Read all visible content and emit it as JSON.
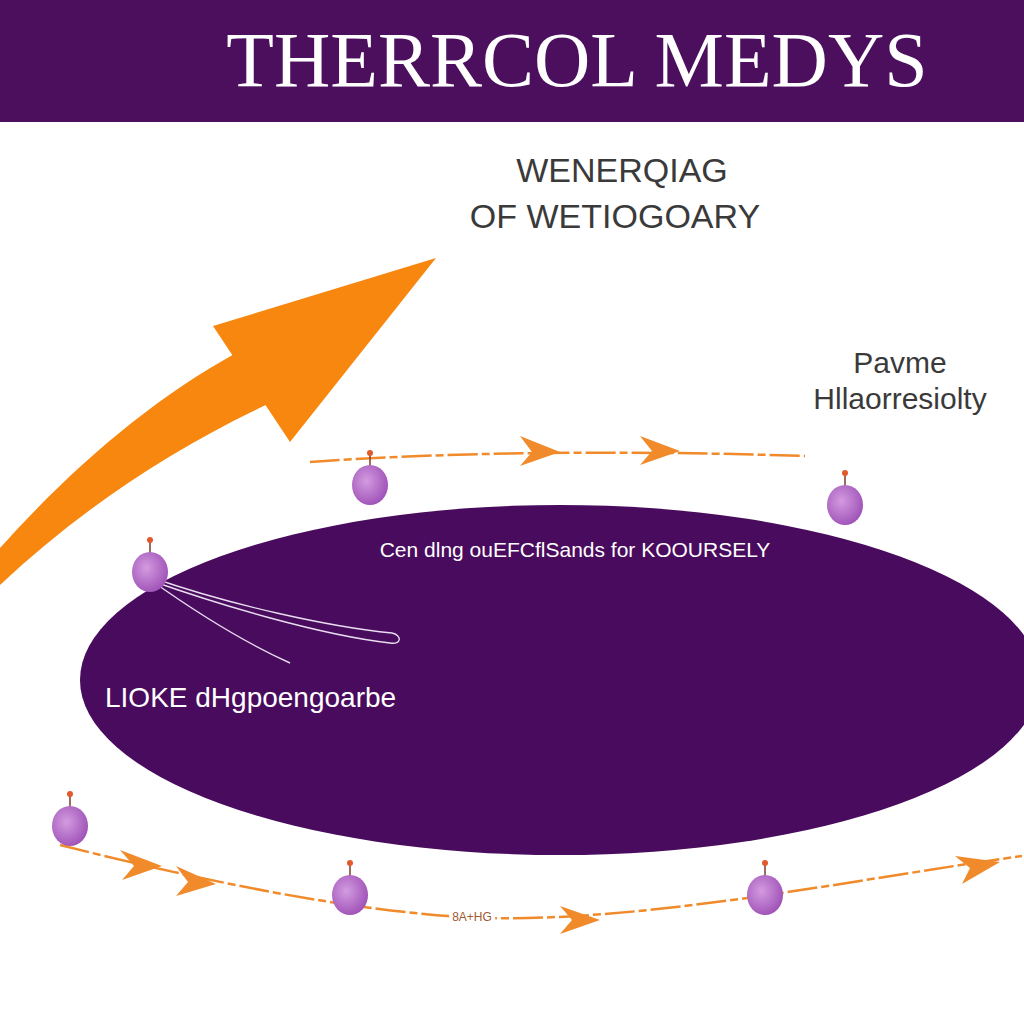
{
  "diagram": {
    "title": "THERRCOL MEDYS",
    "nodes": [
      {
        "text": [
          "Cen dlng ouEFCflSands for KOOURSELY",
          "LIOKE dHgpoengoarbe"
        ]
      }
    ],
    "labels": [
      "WENERQIAG",
      "OF WETIOGOARY",
      "Pavme Hllaorresiolty",
      "8A+HG"
    ]
  }
}
